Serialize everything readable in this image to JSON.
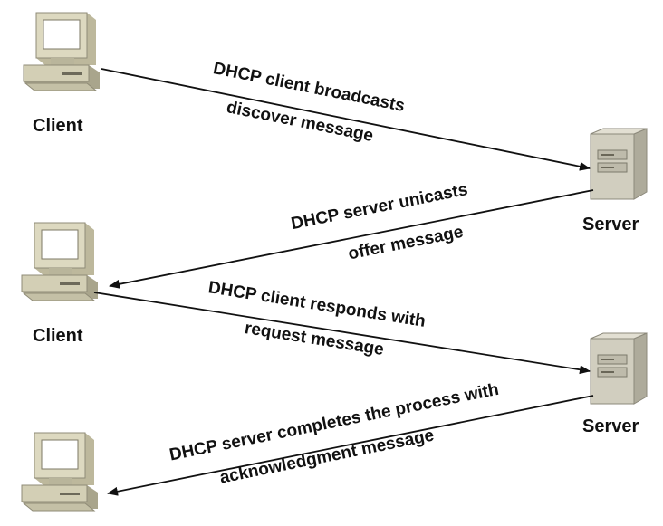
{
  "nodes": {
    "client1": {
      "label": "Client"
    },
    "server1": {
      "label": "Server"
    },
    "client2": {
      "label": "Client"
    },
    "server2": {
      "label": "Server"
    },
    "client3": {
      "label": ""
    }
  },
  "messages": [
    {
      "line1": "DHCP client broadcasts",
      "line2": "discover message"
    },
    {
      "line1": "DHCP server unicasts",
      "line2": "offer message"
    },
    {
      "line1": "DHCP client responds with",
      "line2": "request message"
    },
    {
      "line1": "DHCP server completes the process with",
      "line2": "acknowledgment message"
    }
  ],
  "colors": {
    "device_body": "#d6d2b8",
    "device_shadow": "#9a9684",
    "screen": "#ffffff",
    "server_body": "#c9c6b6",
    "arrow": "#111111"
  }
}
